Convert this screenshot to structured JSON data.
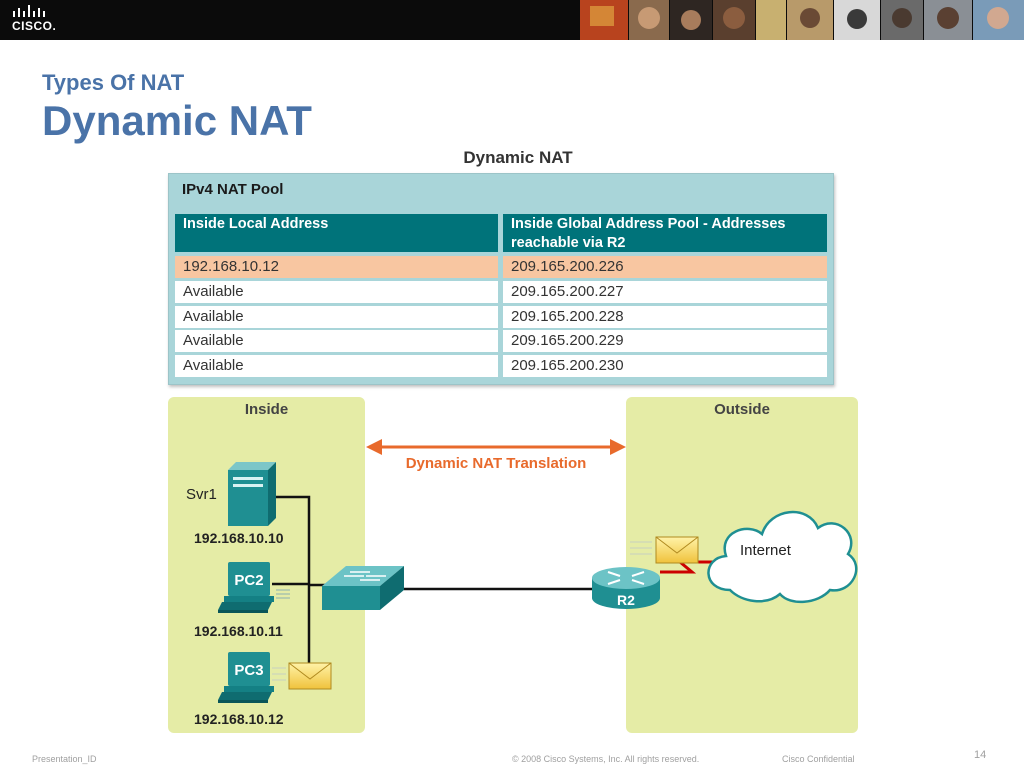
{
  "header": {
    "logo_text": "CISCO.",
    "photo_strip_icon": "photo-strip"
  },
  "slide": {
    "subtitle": "Types Of NAT",
    "title": "Dynamic NAT",
    "figure_caption": "Dynamic NAT"
  },
  "nat_table": {
    "title": "IPv4 NAT Pool",
    "headers": [
      "Inside Local Address",
      "Inside Global Address Pool - Addresses reachable via R2"
    ],
    "rows": [
      {
        "local": "192.168.10.12",
        "global": "209.165.200.226",
        "highlighted": true
      },
      {
        "local": "Available",
        "global": "209.165.200.227",
        "highlighted": false
      },
      {
        "local": "Available",
        "global": "209.165.200.228",
        "highlighted": false
      },
      {
        "local": "Available",
        "global": "209.165.200.229",
        "highlighted": false
      },
      {
        "local": "Available",
        "global": "209.165.200.230",
        "highlighted": false
      }
    ],
    "highlight_color": "#f8c6a1",
    "header_color": "#00737a"
  },
  "diagram": {
    "inside_label": "Inside",
    "outside_label": "Outside",
    "translation_label": "Dynamic NAT Translation",
    "svr1_name": "Svr1",
    "svr1_ip": "192.168.10.10",
    "pc2_name": "PC2",
    "pc2_ip": "192.168.10.11",
    "pc3_name": "PC3",
    "pc3_ip": "192.168.10.12",
    "router_name": "R2",
    "internet_label": "Internet",
    "icons": [
      "server-icon",
      "pc-icon",
      "switch-icon",
      "router-icon",
      "cloud-icon",
      "envelope-icon"
    ],
    "colors": {
      "zone": "#e5eca6",
      "arrow": "#e86a2c",
      "device": "#1f8f92",
      "serial_link": "#cc0000"
    }
  },
  "footer": {
    "presentation_id": "Presentation_ID",
    "copyright": "© 2008 Cisco Systems, Inc. All rights reserved.",
    "confidential": "Cisco Confidential",
    "page_number": "14"
  }
}
